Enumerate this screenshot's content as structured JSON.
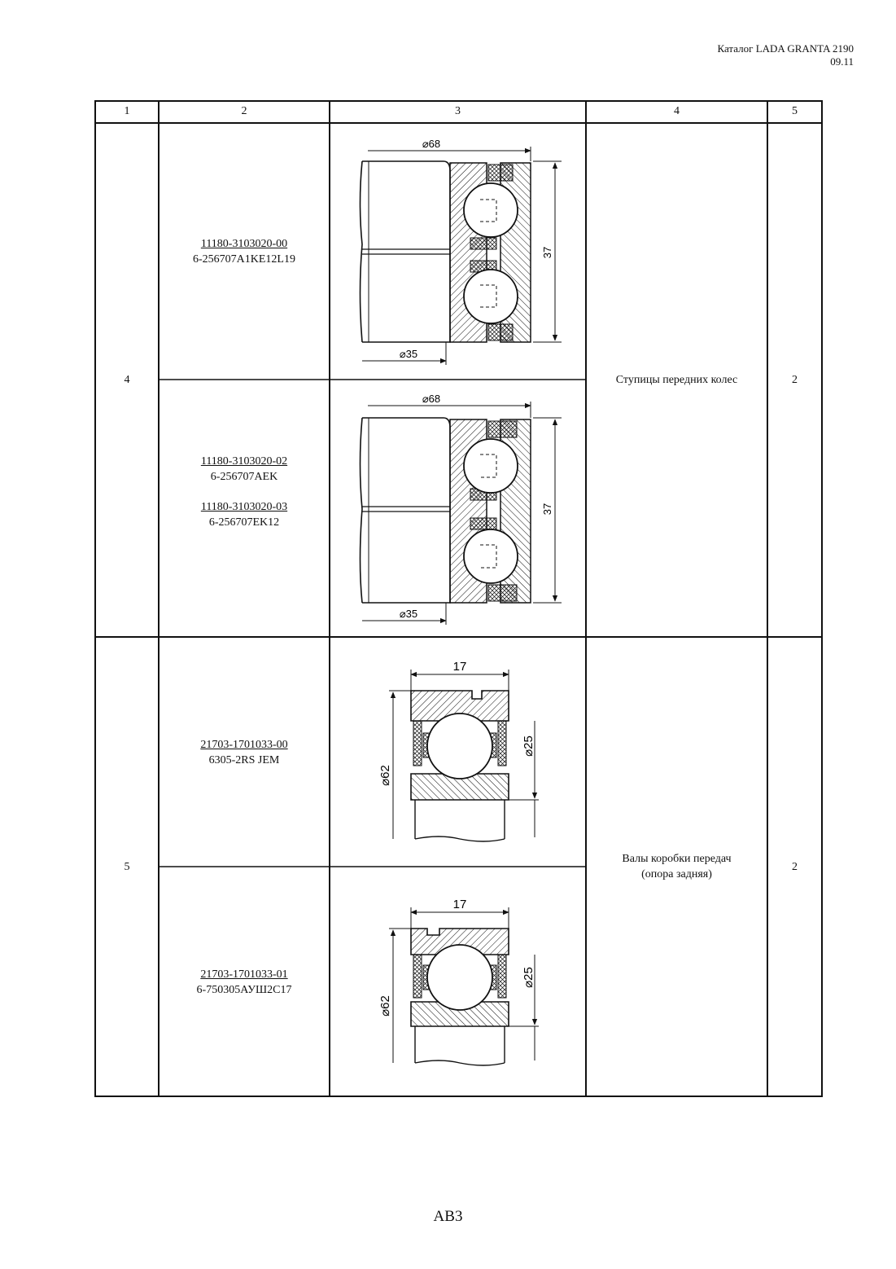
{
  "header": {
    "catalog_title": "Каталог LADA GRANTA 2190",
    "date": "09.11"
  },
  "table": {
    "columns": [
      "1",
      "2",
      "3",
      "4",
      "5"
    ],
    "groups": [
      {
        "item_no": "4",
        "description": "Ступицы передних колес",
        "quantity": "2",
        "variants": [
          {
            "parts": [
              {
                "code": "11180-3103020-00",
                "designation": "6-256707A1KE12L19"
              }
            ],
            "drawing": {
              "dims": [
                "⌀68",
                "37",
                "⌀35"
              ]
            }
          },
          {
            "parts": [
              {
                "code": "11180-3103020-02",
                "designation": "6-256707AEK"
              },
              {
                "code": "11180-3103020-03",
                "designation": "6-256707EK12"
              }
            ],
            "drawing": {
              "dims": [
                "⌀68",
                "37",
                "⌀35"
              ]
            }
          }
        ]
      },
      {
        "item_no": "5",
        "description_line1": "Валы коробки передач",
        "description_line2": "(опора задняя)",
        "quantity": "2",
        "variants": [
          {
            "parts": [
              {
                "code": "21703-1701033-00",
                "designation": "6305-2RS JEM"
              }
            ],
            "drawing": {
              "dims": [
                "17",
                "⌀62",
                "⌀25"
              ]
            }
          },
          {
            "parts": [
              {
                "code": "21703-1701033-01",
                "designation": "6-750305АУШ2С17"
              }
            ],
            "drawing": {
              "dims": [
                "17",
                "⌀62",
                "⌀25"
              ]
            }
          }
        ]
      }
    ]
  },
  "page_number": "AB3"
}
